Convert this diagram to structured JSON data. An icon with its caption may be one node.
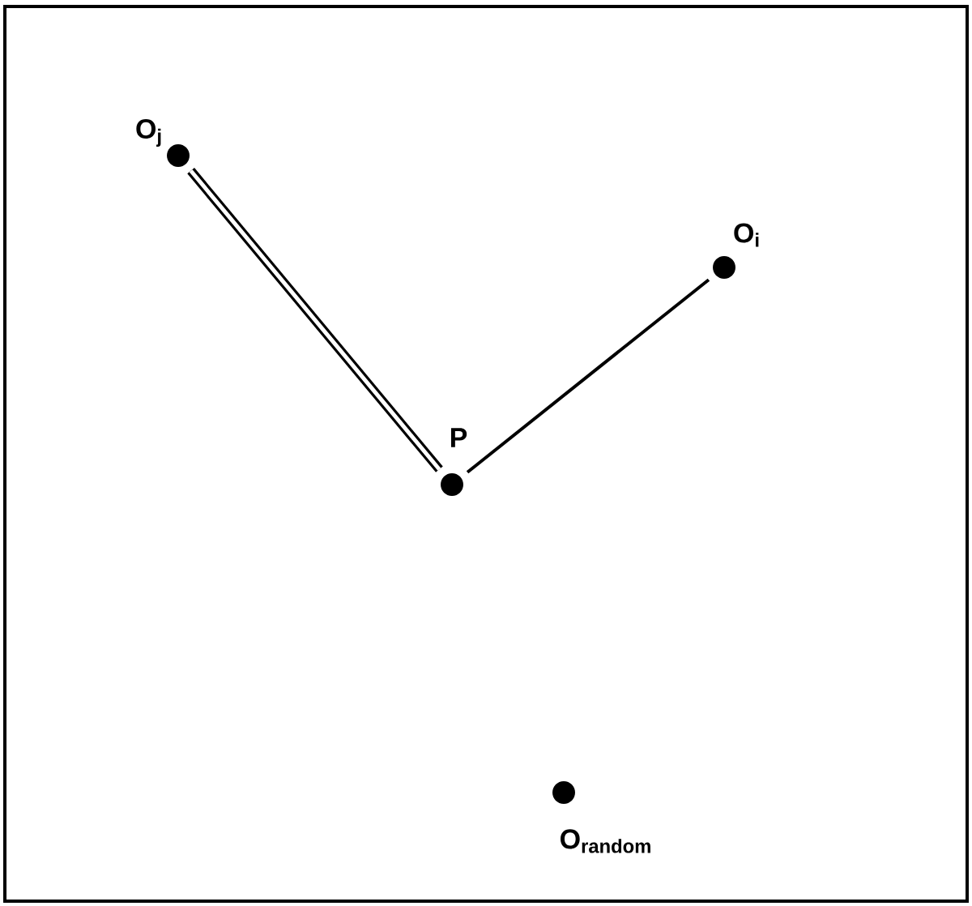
{
  "diagram": {
    "nodes": [
      {
        "text": [
          "O$_{j}$"
        ]
      },
      {
        "text": [
          "O$_{i}$"
        ]
      },
      {
        "text": [
          "P"
        ]
      },
      {
        "text": [
          "O$_{random}$"
        ]
      }
    ],
    "edges": [
      {
        "from": 0,
        "to": 2,
        "arrow": "none",
        "style": "thick"
      },
      {
        "from": 2,
        "to": 1,
        "arrow": "none"
      }
    ]
  }
}
